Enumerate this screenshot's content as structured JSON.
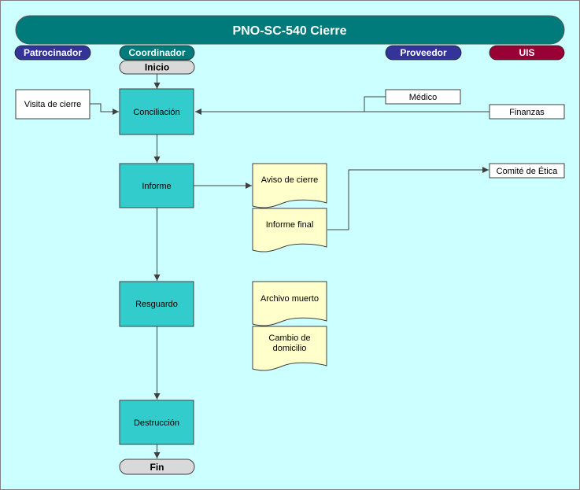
{
  "title": "PNO-SC-540 Cierre",
  "roles": {
    "patrocinador": "Patrocinador",
    "coordinador": "Coordinador",
    "proveedor": "Proveedor",
    "uis": "UIS"
  },
  "terminals": {
    "start": "Inicio",
    "end": "Fin"
  },
  "process": {
    "conciliacion": "Conciliación",
    "informe": "Informe",
    "resguardo": "Resguardo",
    "destruccion": "Destrucción"
  },
  "external": {
    "visita": "Visita de cierre",
    "medico": "Médico",
    "finanzas": "Finanzas",
    "comite": "Comité de Ética"
  },
  "documents": {
    "aviso": "Aviso de cierre",
    "informe_final": "Informe final",
    "archivo": "Archivo muerto",
    "cambio_line1": "Cambio de",
    "cambio_line2": "domicilio"
  },
  "colors": {
    "background": "#ccffff",
    "header": "#007b7b",
    "patrocinador": "#333399",
    "coordinador": "#007b7b",
    "proveedor": "#333399",
    "uis": "#990033",
    "process": "#33cccc",
    "terminal": "#d9d9d9",
    "document": "#ffffcc",
    "external": "#ffffff",
    "line": "#404040"
  }
}
